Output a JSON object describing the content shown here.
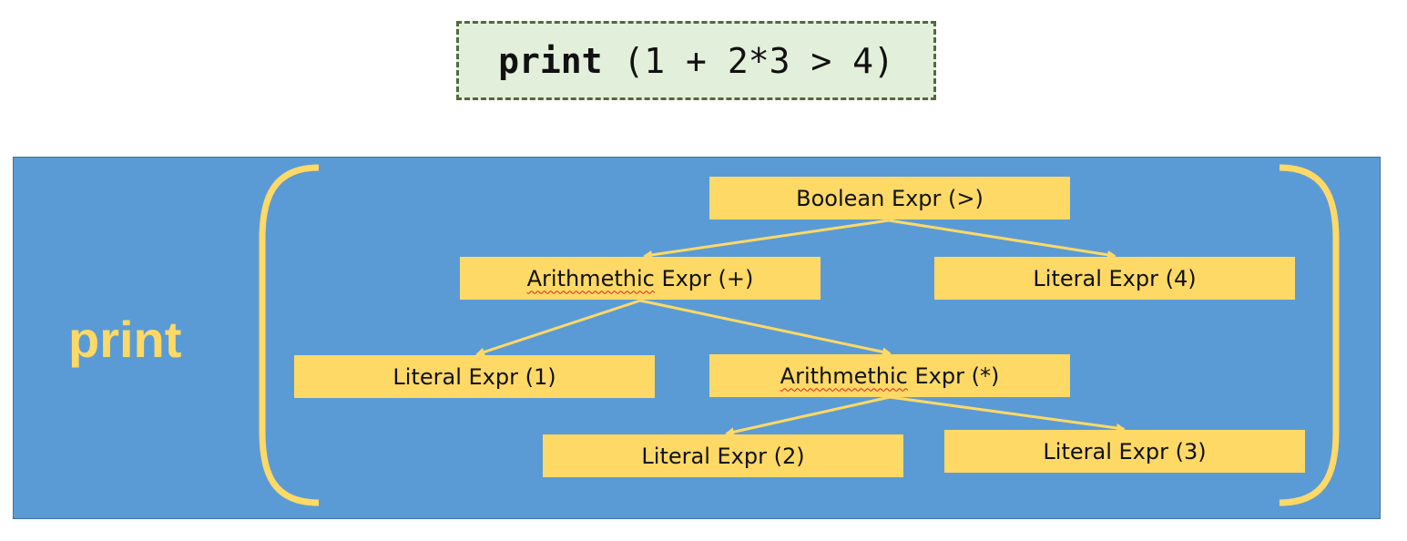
{
  "code": {
    "keyword": "print",
    "rest": " (1 + 2*3 > 4)"
  },
  "panel": {
    "print_label": "print"
  },
  "nodes": {
    "boolean": {
      "label": "Boolean Expr (>)"
    },
    "arith_plus": {
      "word": "Arithmethic",
      "rest": " Expr (+)"
    },
    "literal_4": {
      "label": "Literal Expr (4)"
    },
    "literal_1": {
      "label": "Literal Expr (1)"
    },
    "arith_mul": {
      "word": "Arithmethic",
      "rest": " Expr (*)"
    },
    "literal_2": {
      "label": "Literal Expr (2)"
    },
    "literal_3": {
      "label": "Literal Expr (3)"
    }
  },
  "colors": {
    "panel": "#5b9bd5",
    "node": "#ffd966",
    "code_bg": "#e2efda"
  }
}
